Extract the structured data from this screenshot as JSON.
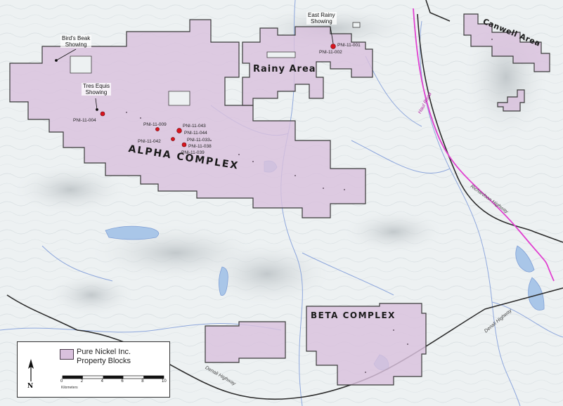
{
  "areas": {
    "alpha": "ALPHA COMPLEX",
    "beta": "BETA COMPLEX",
    "rainy": "Rainy Area",
    "canwell": "Canwell Area"
  },
  "showings": {
    "birds_beak": "Bird's Beak\nShowing",
    "east_rainy": "East Rainy\nShowing",
    "tres_equis": "Tres Equis\nShowing"
  },
  "drillholes": {
    "pni_11_004": "PNI-11-004",
    "pni_11_009": "PNI-11-009",
    "pni_11_043": "PNI-11-043",
    "pni_11_042": "PNI-11-042",
    "pni_11_044": "PNI-11-044",
    "pni_11_033": "PNI-11-033",
    "pni_11_038": "PNI-11-038",
    "pni_11_039": "PNI-11-039",
    "pni_11_001": "PNI-11-001",
    "pni_11_002": "PNI-11-002"
  },
  "roads": {
    "richardson": "Richardson Highway",
    "denali_east": "Denali Highway",
    "denali_west": "Denali Highway",
    "haul_road": "Haul Road"
  },
  "legend": {
    "line1": "Pure Nickel Inc.",
    "line2": "Property Blocks",
    "north": "N",
    "scale_ticks": [
      "0",
      "2",
      "4",
      "6",
      "8",
      "10"
    ],
    "scale_unit": "Kilometers"
  },
  "colors": {
    "property_fill": "#d9c1dd",
    "property_stroke": "#3a3a3a",
    "pipeline": "#e040d0",
    "water": "#a9c6e8",
    "drill_marker": "#d8141e"
  }
}
